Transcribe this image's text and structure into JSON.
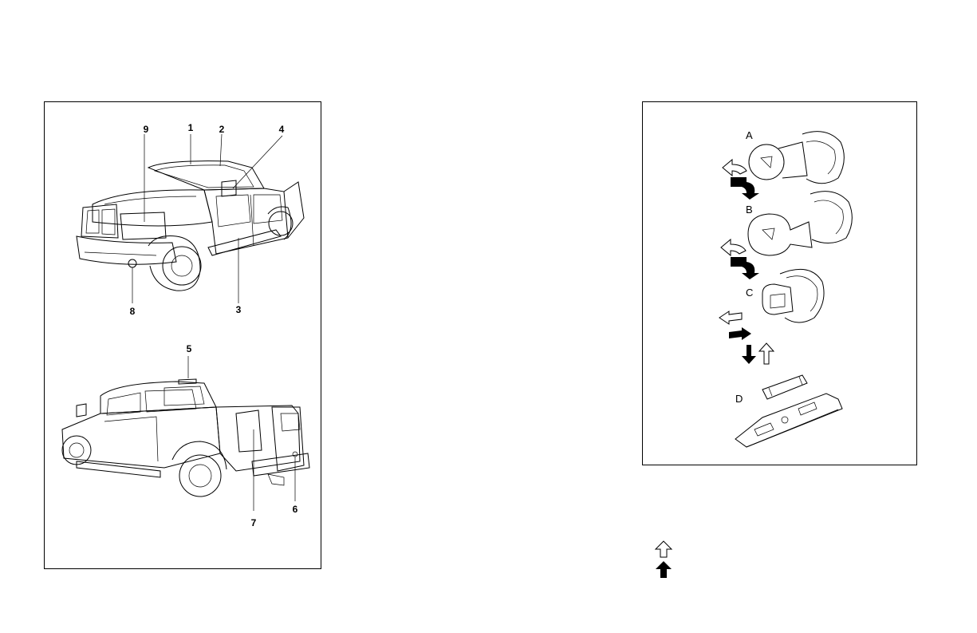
{
  "truck_figure": {
    "callouts": [
      "1",
      "2",
      "3",
      "4",
      "5",
      "6",
      "7",
      "8",
      "9"
    ]
  },
  "bulb_figure": {
    "labels": [
      "A",
      "B",
      "C",
      "D"
    ]
  },
  "legend": {
    "outline_arrow_icon": "outline-up-arrow-icon",
    "solid_arrow_icon": "solid-up-arrow-icon"
  }
}
